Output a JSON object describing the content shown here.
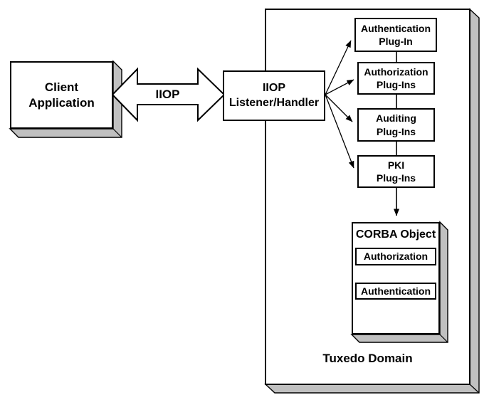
{
  "diagram": {
    "client_application": {
      "line1": "Client",
      "line2": "Application"
    },
    "iiop_arrow_label": "IIOP",
    "iiop_listener_handler": {
      "line1": "IIOP",
      "line2": "Listener/Handler"
    },
    "plugins": [
      {
        "line1": "Authentication",
        "line2": "Plug-In"
      },
      {
        "line1": "Authorization",
        "line2": "Plug-Ins"
      },
      {
        "line1": "Auditing",
        "line2": "Plug-Ins"
      },
      {
        "line1": "PKI",
        "line2": "Plug-Ins"
      }
    ],
    "corba_object": {
      "title": "CORBA Object",
      "items": [
        "Authorization",
        "Authentication"
      ]
    },
    "domain_label": "Tuxedo Domain",
    "colors": {
      "outline": "#000000",
      "box_fill": "#ffffff",
      "shadow_fill": "#c0c0c0"
    }
  }
}
